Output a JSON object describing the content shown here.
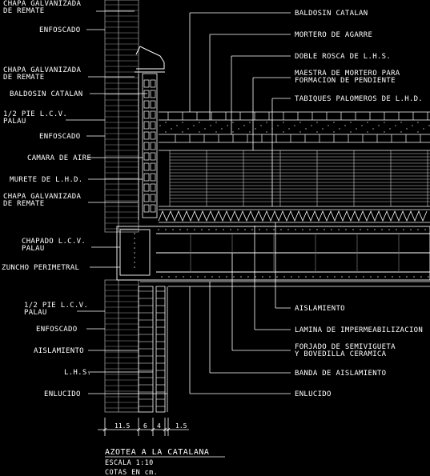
{
  "left_labels": [
    {
      "l1": "CHAPA GALVANIZADA",
      "l2": "DE REMATE"
    },
    {
      "l1": "ENFOSCADO",
      "l2": ""
    },
    {
      "l1": "CHAPA GALVANIZADA",
      "l2": "DE REMATE"
    },
    {
      "l1": "BALDOSIN CATALAN",
      "l2": ""
    },
    {
      "l1": "1/2 PIE L.C.V.",
      "l2": "PALAU"
    },
    {
      "l1": "ENFOSCADO",
      "l2": ""
    },
    {
      "l1": "CAMARA DE AIRE",
      "l2": ""
    },
    {
      "l1": "MURETE DE L.H.D.",
      "l2": ""
    },
    {
      "l1": "CHAPA GALVANIZADA",
      "l2": "DE REMATE"
    },
    {
      "l1": "CHAPADO L.C.V.",
      "l2": "PALAU"
    },
    {
      "l1": "ZUNCHO PERIMETRAL",
      "l2": ""
    },
    {
      "l1": "1/2 PIE L.C.V.",
      "l2": "PALAU"
    },
    {
      "l1": "ENFOSCADO",
      "l2": ""
    },
    {
      "l1": "AISLAMIENTO",
      "l2": ""
    },
    {
      "l1": "L.H.S.",
      "l2": ""
    },
    {
      "l1": "ENLUCIDO",
      "l2": ""
    }
  ],
  "right_labels": [
    {
      "l1": "BALDOSIN CATALAN",
      "l2": ""
    },
    {
      "l1": "MORTERO DE AGARRE",
      "l2": ""
    },
    {
      "l1": "DOBLE ROSCA DE L.H.S.",
      "l2": ""
    },
    {
      "l1": "MAESTRA DE MORTERO PARA",
      "l2": "FORMACION DE PENDIENTE"
    },
    {
      "l1": "TABIQUES PALOMEROS DE L.H.D.",
      "l2": ""
    },
    {
      "l1": "AISLAMIENTO",
      "l2": ""
    },
    {
      "l1": "LAMINA DE IMPERMEABILIZACION",
      "l2": ""
    },
    {
      "l1": "FORJADO DE SEMIVIGUETA",
      "l2": "Y BOVEDILLA CERAMICA"
    },
    {
      "l1": "BANDA DE AISLAMIENTO",
      "l2": ""
    },
    {
      "l1": "ENLUCIDO",
      "l2": ""
    }
  ],
  "dimensions": [
    "11.5",
    "6",
    "4",
    "1.5"
  ],
  "title": {
    "main": "AZOTEA A LA CATALANA",
    "scale": "ESCALA 1:10",
    "units": "COTAS EN cm."
  },
  "colors": {
    "background": "#000000",
    "line": "#ffffff",
    "slab_line": "#6b6b6b",
    "wall_line": "#9a9a9a"
  }
}
